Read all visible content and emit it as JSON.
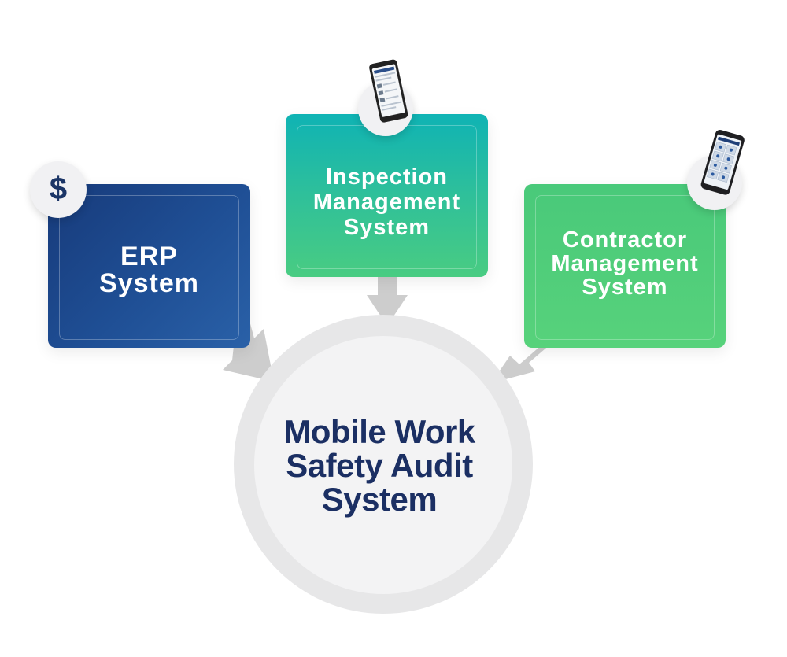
{
  "boxes": {
    "erp": {
      "label": "ERP\nSystem",
      "color": "#1f4f95"
    },
    "inspection": {
      "label": "Inspection\nManagement\nSystem",
      "color": "#2fc09a"
    },
    "contractor": {
      "label": "Contractor\nManagement\nSystem",
      "color": "#57d27b"
    }
  },
  "badges": {
    "dollar_symbol": "$",
    "icons": [
      "dollar-icon",
      "mobile-phone-icon",
      "mobile-phone-icon"
    ]
  },
  "center": {
    "label": "Mobile Work\nSafety Audit\nSystem",
    "text_color": "#1b2f63"
  },
  "arrow_color": "#cdcdcd"
}
